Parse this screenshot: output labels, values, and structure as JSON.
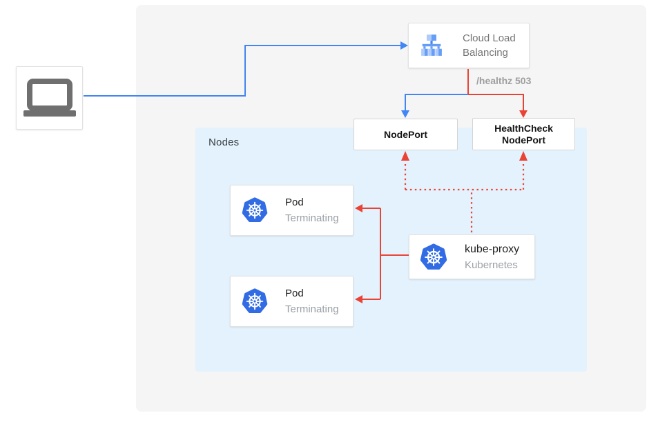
{
  "diagram": {
    "nodes_region_label": "Nodes",
    "healthz_label": "/healthz 503",
    "cloud_load_balancing": {
      "line1": "Cloud Load",
      "line2": "Balancing"
    },
    "nodeport": {
      "label": "NodePort"
    },
    "healthcheck_nodeport": {
      "line1": "HealthCheck",
      "line2": "NodePort"
    },
    "kube_proxy": {
      "title": "kube-proxy",
      "subtitle": "Kubernetes"
    },
    "pods": [
      {
        "title": "Pod",
        "status": "Terminating"
      },
      {
        "title": "Pod",
        "status": "Terminating"
      }
    ],
    "icons": {
      "client": "laptop-icon",
      "load_balancer": "cloud-load-balancing-icon",
      "kubernetes": "kubernetes-helm-icon"
    }
  },
  "colors": {
    "flow_blue": "#4285F4",
    "flow_red": "#EA4335",
    "nodes_region_bg": "#E3F2FD",
    "canvas_bg": "#F5F5F5",
    "kubernetes_blue": "#326CE5",
    "lb_icon_light": "#AECBFA",
    "lb_icon_mid": "#669DF6",
    "lb_icon_dark": "#4285F4",
    "muted_text": "#9AA0A6",
    "laptop_gray": "#6F6F6F"
  }
}
